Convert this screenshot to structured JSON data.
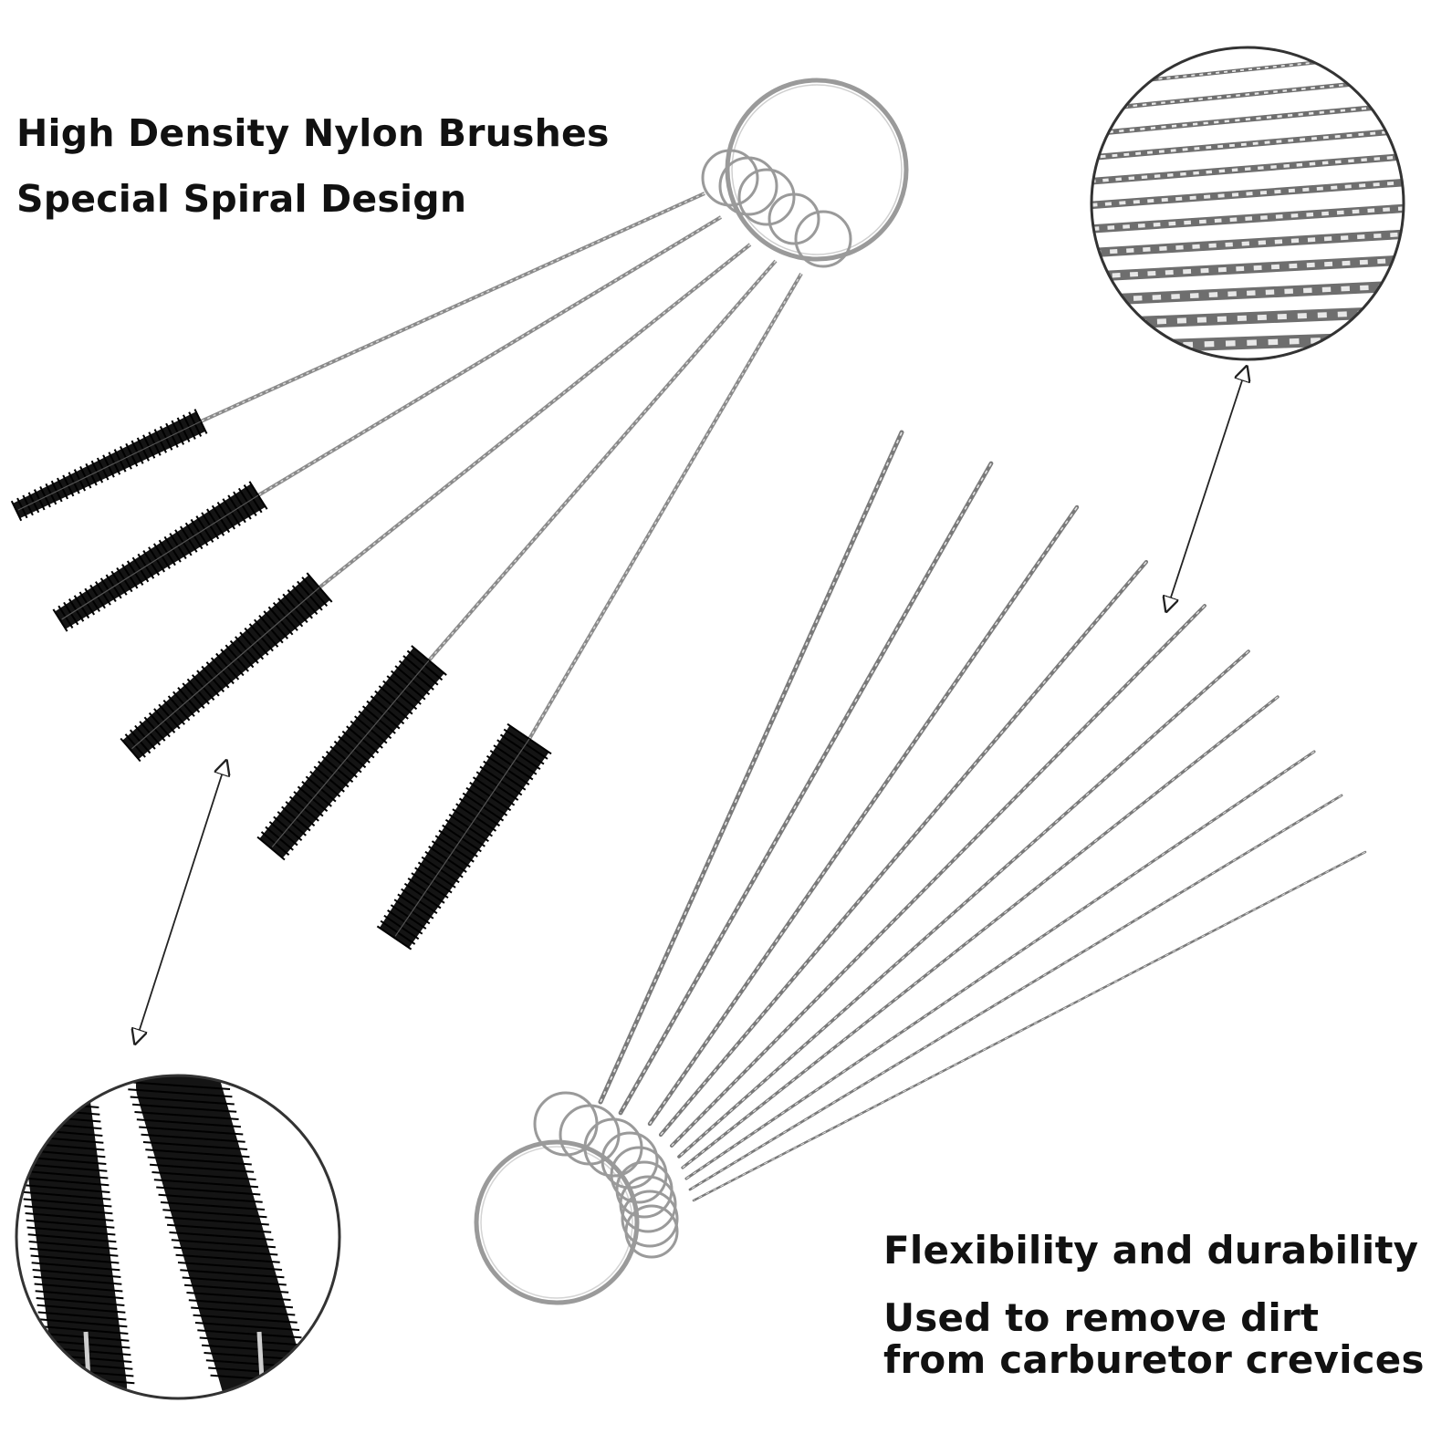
{
  "captions": {
    "top_line_1": "High Density Nylon Brushes",
    "top_line_2": "Special Spiral Design",
    "bottom_line_1": "Flexibility and durability",
    "bottom_line_2": "Used to remove dirt",
    "bottom_line_3": "from carburetor crevices"
  },
  "colors": {
    "background": "#ffffff",
    "text": "#111111",
    "bristle": "#141414",
    "wire": "#8a8a8a",
    "ring": "#9a9a9a",
    "arrow": "#222222"
  },
  "items": {
    "nylon_brush_count": 5,
    "wire_needle_count": 10
  }
}
